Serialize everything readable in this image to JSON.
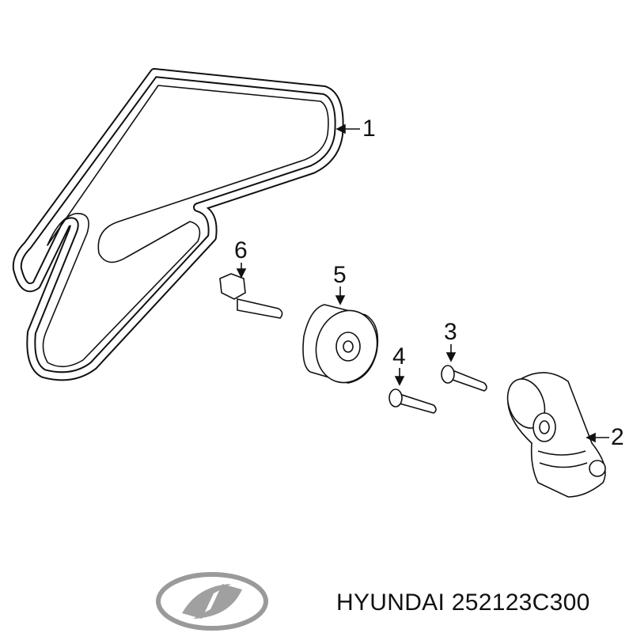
{
  "diagram": {
    "callouts": [
      {
        "id": 1,
        "label": "1"
      },
      {
        "id": 2,
        "label": "2"
      },
      {
        "id": 3,
        "label": "3"
      },
      {
        "id": 4,
        "label": "4"
      },
      {
        "id": 5,
        "label": "5"
      },
      {
        "id": 6,
        "label": "6"
      }
    ],
    "parts": [
      "drive-belt",
      "belt-tensioner",
      "bolt",
      "bolt",
      "idler-pulley",
      "flange-bolt"
    ]
  },
  "logo": {
    "brand": "HYUNDAI"
  },
  "caption": {
    "text": "HYUNDAI 252123C300"
  },
  "colors": {
    "line": "#111111",
    "logo_silver": "#9a9a9a"
  }
}
